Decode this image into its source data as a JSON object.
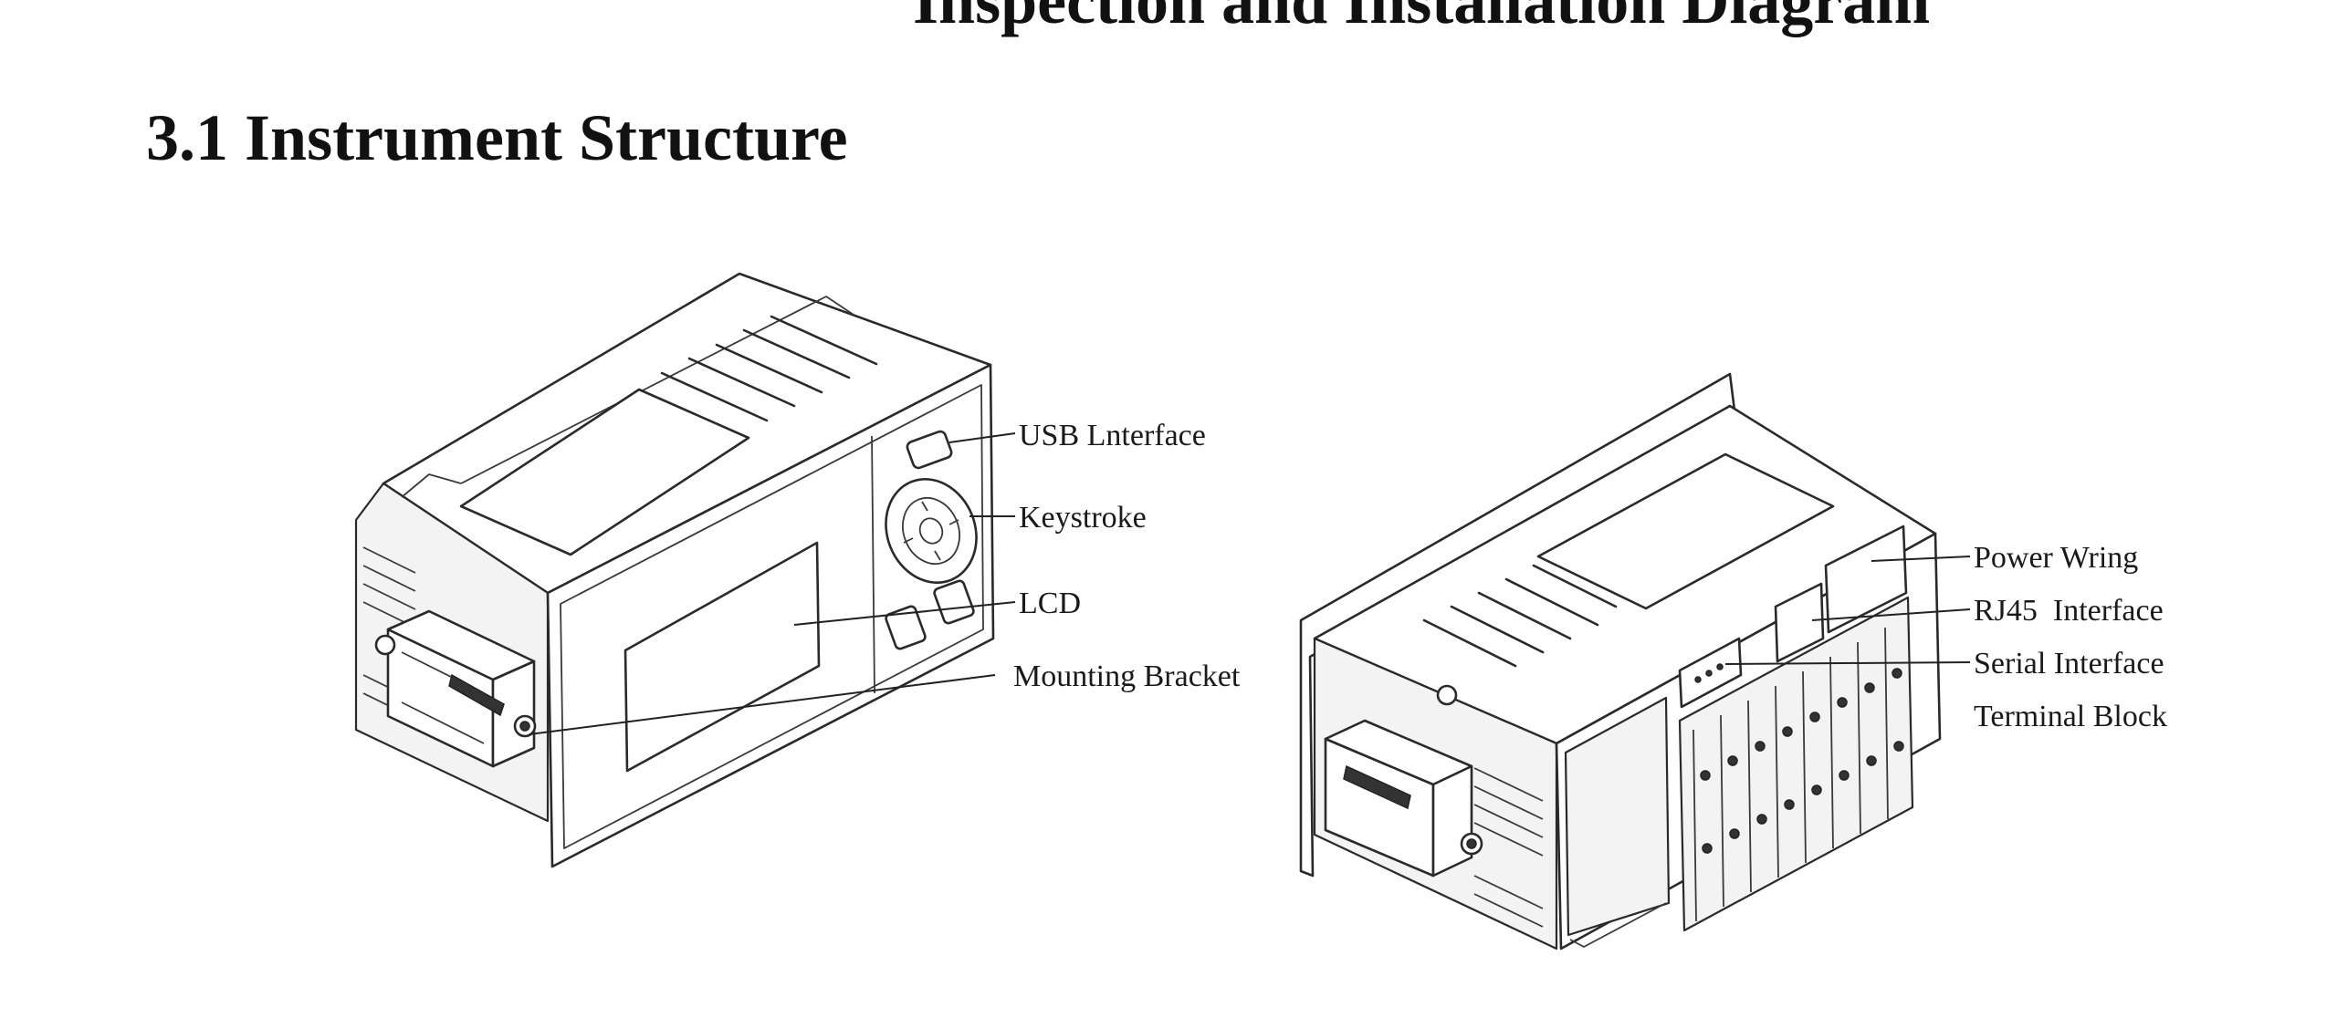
{
  "page": {
    "cut_heading": "Inspection and Installation Diagram",
    "section_heading": "3.1 Instrument Structure"
  },
  "front_view": {
    "labels": {
      "usb": "USB Lnterface",
      "keystroke": "Keystroke",
      "lcd": "LCD",
      "bracket": "Mounting Bracket"
    }
  },
  "rear_view": {
    "labels": {
      "power": "Power Wring",
      "rj45": "RJ45  Interface",
      "serial": "Serial Interface",
      "terminal": "Terminal Block"
    }
  }
}
